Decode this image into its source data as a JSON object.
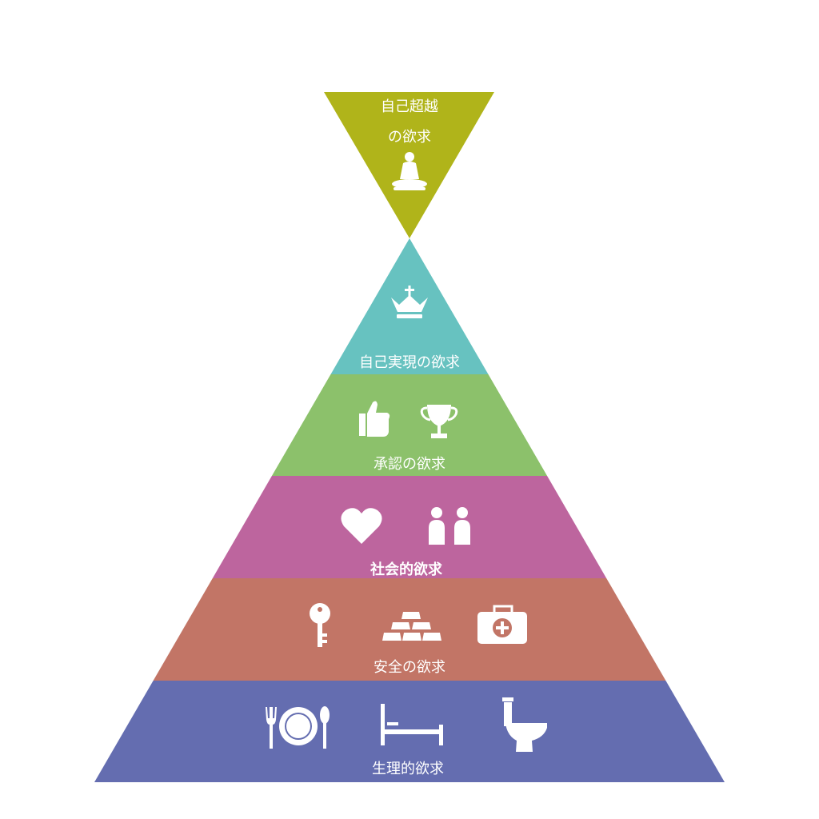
{
  "colors": {
    "transcendence": "#b0b41a",
    "self_actualization": "#67c2c0",
    "esteem": "#8cc16b",
    "social": "#bd659e",
    "safety": "#c27566",
    "physiological": "#646db0"
  },
  "levels": {
    "transcendence": {
      "label_line1": "自己超越",
      "label_line2": "の欲求",
      "icons": [
        "buddha-icon"
      ]
    },
    "self_actualization": {
      "label": "自己実現の欲求",
      "icons": [
        "crown-icon"
      ]
    },
    "esteem": {
      "label": "承認の欲求",
      "icons": [
        "thumbs-up-icon",
        "trophy-icon"
      ]
    },
    "social": {
      "label": "社会的欲求",
      "icons": [
        "heart-icon",
        "people-icon"
      ]
    },
    "safety": {
      "label": "安全の欲求",
      "icons": [
        "key-icon",
        "gold-bars-icon",
        "first-aid-kit-icon"
      ]
    },
    "physiological": {
      "label": "生理的欲求",
      "icons": [
        "plate-cutlery-icon",
        "bed-icon",
        "toilet-icon"
      ]
    }
  }
}
